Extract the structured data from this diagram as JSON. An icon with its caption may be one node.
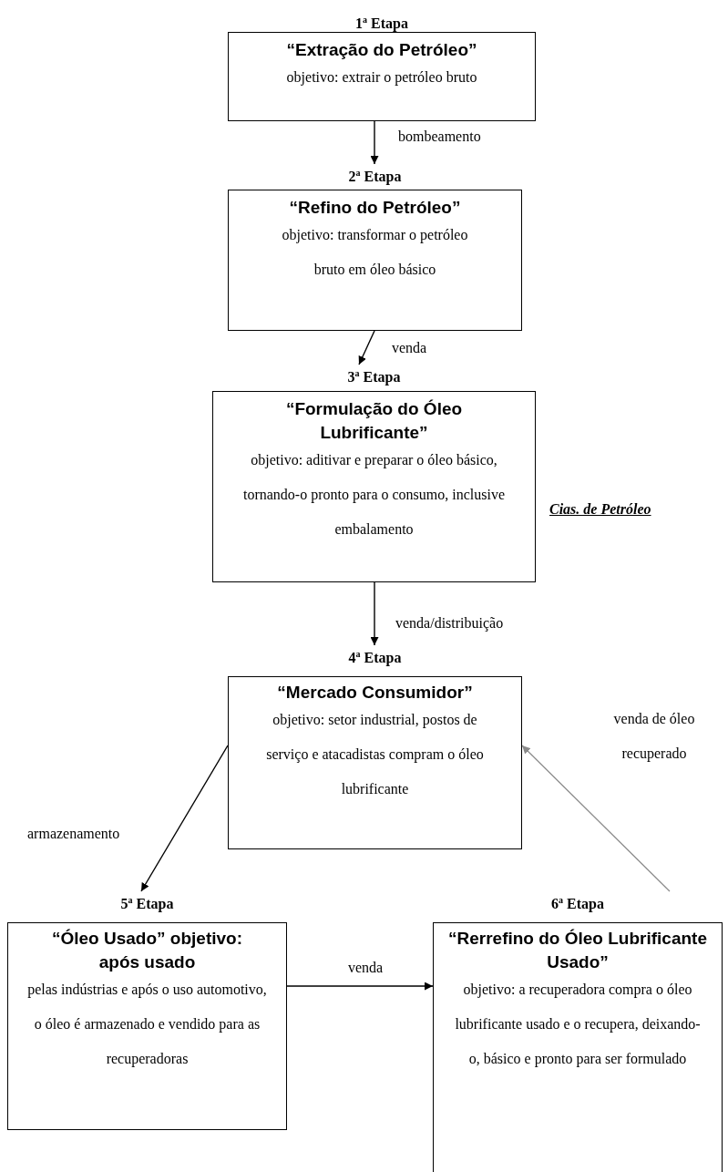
{
  "diagram": {
    "nodes": [
      {
        "text": [
          "1$^{a}$ Etapa",
          "“Extração do Petróleo”",
          "objetivo: extrair o petróleo bruto"
        ]
      },
      {
        "text": [
          "2$^{a}$ Etapa",
          "“Refino do Petróleo”",
          "objetivo: transformar o petróleo bruto em óleo básico"
        ]
      },
      {
        "text": [
          "3$^{a}$ Etapa",
          "“Formulação do Óleo Lubrificante”",
          "objetivo: aditivar e preparar o óleo básico, tornando-o pronto para o consumo, inclusive embalamento"
        ],
        "beside": [
          "Cias. de Petróleo"
        ]
      },
      {
        "text": [
          "4$^{a}$ Etapa",
          "“Mercado Consumidor”",
          "objetivo: setor industrial, postos de serviço e atacadistas compram o óleo lubrificante"
        ]
      },
      {
        "text": [
          "5$^{a}$ Etapa",
          "“Óleo Usado” objetivo: após usado",
          "pelas indústrias e após o uso automotivo, o óleo é armazenado e vendido para as recuperadoras"
        ]
      },
      {
        "text": [
          "6$^{a}$ Etapa",
          "“Rerrefino do Óleo Lubrificante Usado”",
          "objetivo: a recuperadora compra o óleo lubrificante usado e o recupera, deixando-o, básico e pronto para ser formulado"
        ]
      }
    ],
    "edges": [
      {
        "from": 0,
        "to": 1,
        "arrow": "to",
        "label": "bombeamento"
      },
      {
        "from": 1,
        "to": 2,
        "arrow": "to",
        "label": "venda"
      },
      {
        "from": 2,
        "to": 3,
        "arrow": "to",
        "label": "venda/distribuição"
      },
      {
        "from": 3,
        "to": 4,
        "arrow": "to",
        "label": "armazenamento"
      },
      {
        "from": 4,
        "to": 5,
        "arrow": "to",
        "label": "venda"
      },
      {
        "from": 5,
        "to": 3,
        "arrow": "to",
        "label": "venda de óleo recuperado",
        "color": "#8a8a8a"
      }
    ]
  }
}
